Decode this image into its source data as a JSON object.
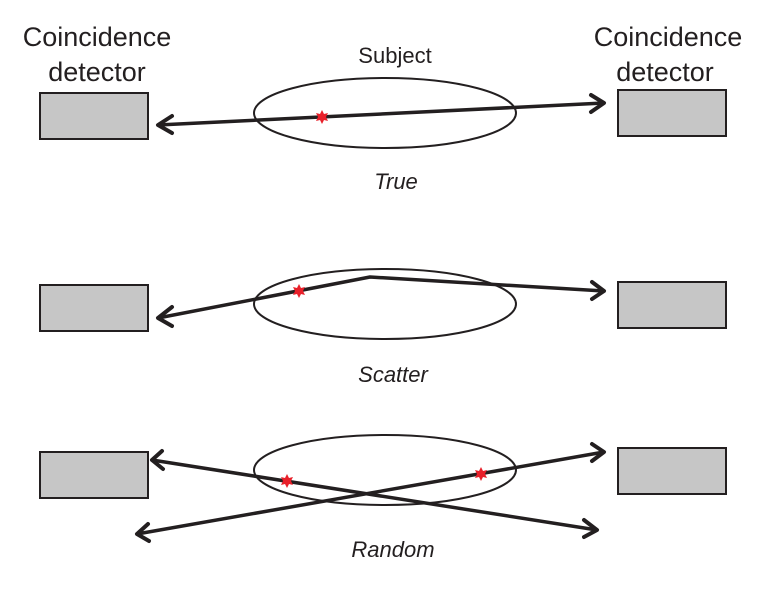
{
  "labels": {
    "detector_left_line1": "Coincidence",
    "detector_left_line2": "detector",
    "detector_right_line1": "Coincidence",
    "detector_right_line2": "detector",
    "subject": "Subject"
  },
  "panels": [
    {
      "id": "true",
      "caption": "True"
    },
    {
      "id": "scatter",
      "caption": "Scatter"
    },
    {
      "id": "random",
      "caption": "Random"
    }
  ],
  "colors": {
    "detector_fill": "#c6c6c6",
    "line": "#231f20",
    "annihilation_event": "#e8202a"
  }
}
